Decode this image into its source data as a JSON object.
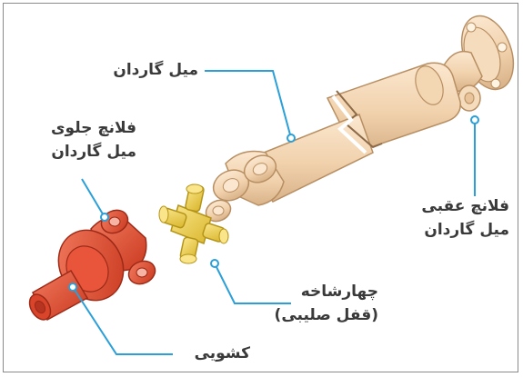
{
  "labels": {
    "driveshaft": "میل گاردان",
    "front_flange": [
      "فلانچ جلوی",
      "میل گاردان"
    ],
    "rear_flange": [
      "فلانچ عقبی",
      "میل گاردان"
    ],
    "cross": [
      "چهارشاخه",
      "(قفل صلیبی)"
    ],
    "slip_yoke": "کشویی"
  },
  "colors": {
    "leader_line": "#2a9fd8",
    "shaft_fill": "#f3d6b2",
    "shaft_stroke": "#b88f63",
    "cross_fill": "#f0d45a",
    "cross_stroke": "#b49418",
    "yoke_fill": "#e8553b",
    "yoke_stroke": "#9c2a17",
    "frame_border": "#8a8a8a"
  }
}
